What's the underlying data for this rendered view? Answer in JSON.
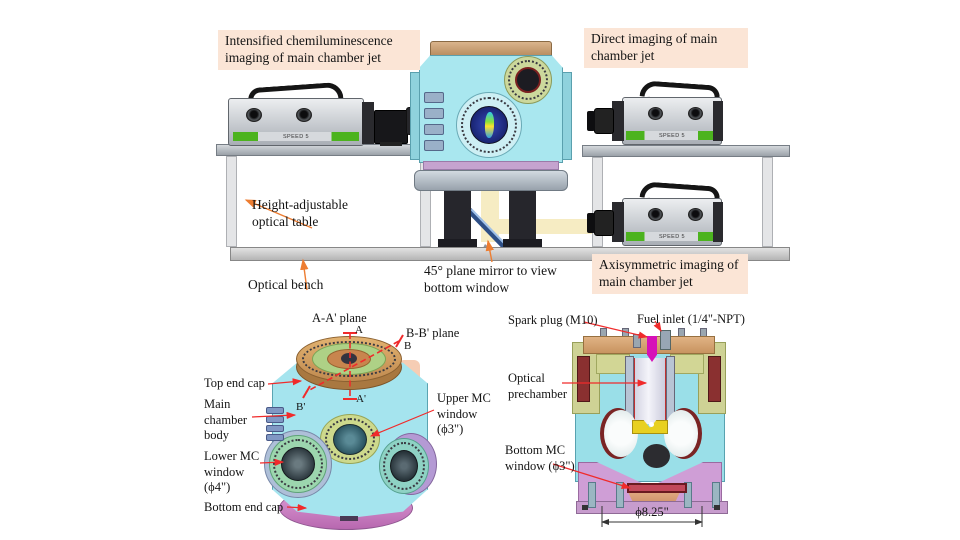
{
  "colors": {
    "label_bg": "#fbe5d6",
    "leader_red": "#f02b2b",
    "leader_orange": "#ed7d31",
    "beam_yellow": "#f6ecc3",
    "chamber_cyan": "#a9e7ef"
  },
  "top_section": {
    "label_intensified": "Intensified chemiluminescence imaging of main chamber jet",
    "label_direct": "Direct imaging of main chamber jet",
    "label_axisymmetric": "Axisymmetric imaging of main chamber jet",
    "label_height_table": "Height-adjustable optical table",
    "label_bench": "Optical bench",
    "label_mirror": "45° plane mirror to view bottom window",
    "camera_brand": "SPEED 5"
  },
  "bottom_left": {
    "plane_aa": "A-A' plane",
    "point_a": "A",
    "point_a_prime": "A'",
    "plane_bb": "B-B' plane",
    "point_b": "B",
    "point_b_prime": "B'",
    "top_end_cap": "Top end cap",
    "main_chamber_body": "Main chamber body",
    "lower_mc_window": "Lower MC window (ϕ4\")",
    "bottom_end_cap": "Bottom end cap",
    "upper_mc_window": "Upper MC window (ϕ3\")"
  },
  "bottom_right": {
    "spark_plug": "Spark plug (M10)",
    "fuel_inlet": "Fuel inlet (1/4\"-NPT)",
    "optical_prechamber": "Optical prechamber",
    "bottom_mc_window": "Bottom MC window (ϕ3\")",
    "diameter": "ϕ8.25\""
  }
}
